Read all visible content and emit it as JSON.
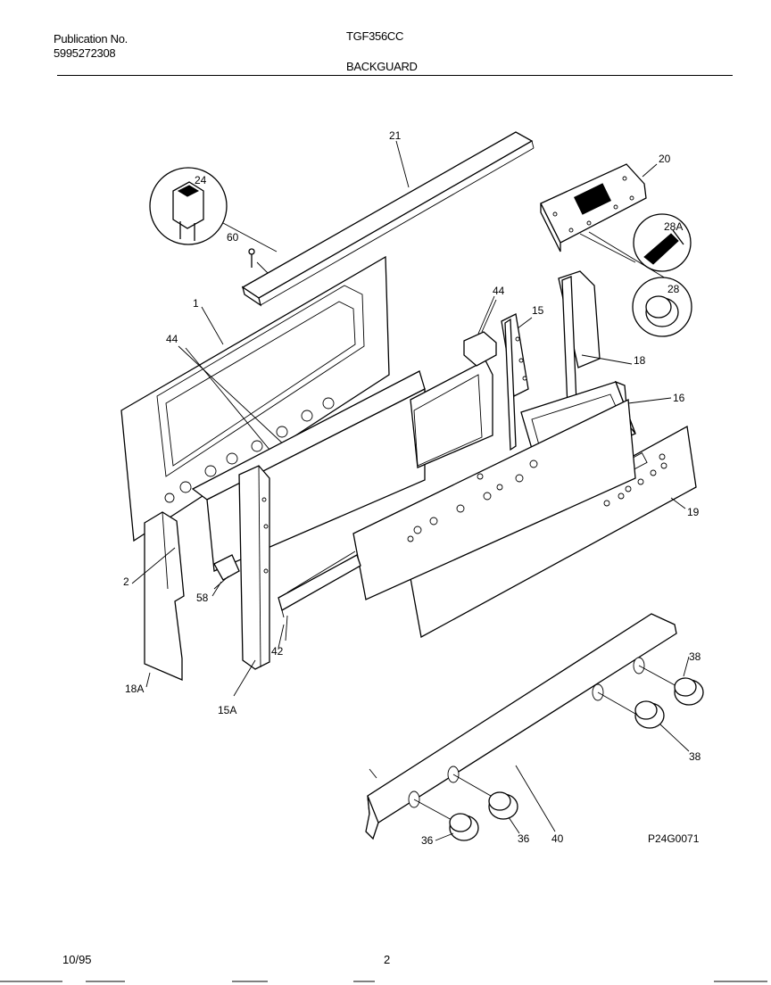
{
  "header": {
    "publication_label": "Publication No.",
    "publication_number": "5995272308",
    "model": "TGF356CC",
    "section_title": "BACKGUARD"
  },
  "footer": {
    "date": "10/95",
    "page": "2"
  },
  "diagram": {
    "drawing_id": "P24G0071",
    "callouts": {
      "c21": "21",
      "c20": "20",
      "c24": "24",
      "c60": "60",
      "c28A": "28A",
      "c28": "28",
      "c1": "1",
      "c44a": "44",
      "c44b": "44",
      "c15": "15",
      "c18a": "18",
      "c16": "16",
      "c19": "19",
      "c2": "2",
      "c58": "58",
      "c42": "42",
      "c18A": "18A",
      "c15A": "15A",
      "c38a": "38",
      "c38b": "38",
      "c36a": "36",
      "c36b": "36",
      "c40": "40"
    }
  }
}
